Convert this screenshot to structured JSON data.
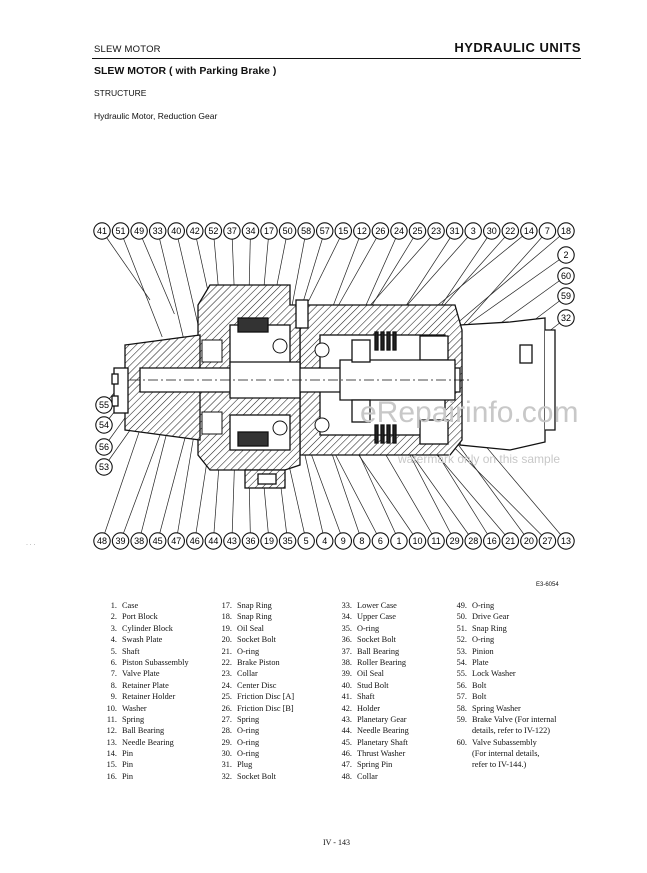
{
  "header": {
    "section": "SLEW MOTOR",
    "category": "HYDRAULIC UNITS"
  },
  "title": "SLEW MOTOR ( with Parking Brake )",
  "structure_label": "STRUCTURE",
  "subtitle": "Hydraulic Motor, Reduction Gear",
  "diagram": {
    "top_callouts": [
      "41",
      "51",
      "49",
      "33",
      "40",
      "42",
      "52",
      "37",
      "34",
      "17",
      "50",
      "58",
      "57",
      "15",
      "12",
      "26",
      "24",
      "25",
      "23",
      "31",
      "3",
      "30",
      "22",
      "14",
      "7",
      "18"
    ],
    "right_callouts": [
      "2",
      "60",
      "59",
      "32"
    ],
    "left_callouts": [
      "55",
      "54",
      "56",
      "53"
    ],
    "bottom_callouts": [
      "48",
      "39",
      "38",
      "45",
      "47",
      "46",
      "44",
      "43",
      "36",
      "19",
      "35",
      "5",
      "4",
      "9",
      "8",
      "6",
      "1",
      "10",
      "11",
      "29",
      "28",
      "16",
      "21",
      "20",
      "27",
      "13"
    ],
    "ref_code": "E3-6054"
  },
  "parts_columns": [
    [
      {
        "no": "1.",
        "name": "Case"
      },
      {
        "no": "2.",
        "name": "Port Block"
      },
      {
        "no": "3.",
        "name": "Cylinder Block"
      },
      {
        "no": "4.",
        "name": "Swash Plate"
      },
      {
        "no": "5.",
        "name": "Shaft"
      },
      {
        "no": "6.",
        "name": "Piston Subassembly"
      },
      {
        "no": "7.",
        "name": "Valve Plate"
      },
      {
        "no": "8.",
        "name": "Retainer Plate"
      },
      {
        "no": "9.",
        "name": "Retainer Holder"
      },
      {
        "no": "10.",
        "name": "Washer"
      },
      {
        "no": "11.",
        "name": "Spring"
      },
      {
        "no": "12.",
        "name": "Ball Bearing"
      },
      {
        "no": "13.",
        "name": "Needle Bearing"
      },
      {
        "no": "14.",
        "name": "Pin"
      },
      {
        "no": "15.",
        "name": "Pin"
      },
      {
        "no": "16.",
        "name": "Pin"
      }
    ],
    [
      {
        "no": "17.",
        "name": "Snap Ring"
      },
      {
        "no": "18.",
        "name": "Snap Ring"
      },
      {
        "no": "19.",
        "name": "Oil Seal"
      },
      {
        "no": "20.",
        "name": "Socket Bolt"
      },
      {
        "no": "21.",
        "name": "O-ring"
      },
      {
        "no": "22.",
        "name": "Brake Piston"
      },
      {
        "no": "23.",
        "name": "Collar"
      },
      {
        "no": "24.",
        "name": "Center Disc"
      },
      {
        "no": "25.",
        "name": "Friction Disc [A]"
      },
      {
        "no": "26.",
        "name": "Friction Disc [B]"
      },
      {
        "no": "27.",
        "name": "Spring"
      },
      {
        "no": "28.",
        "name": "O-ring"
      },
      {
        "no": "29.",
        "name": "O-ring"
      },
      {
        "no": "30.",
        "name": "O-ring"
      },
      {
        "no": "31.",
        "name": "Plug"
      },
      {
        "no": "32.",
        "name": "Socket Bolt"
      }
    ],
    [
      {
        "no": "33.",
        "name": "Lower Case"
      },
      {
        "no": "34.",
        "name": "Upper Case"
      },
      {
        "no": "35.",
        "name": "O-ring"
      },
      {
        "no": "36.",
        "name": "Socket Bolt"
      },
      {
        "no": "37.",
        "name": "Ball Bearing"
      },
      {
        "no": "38.",
        "name": "Roller Bearing"
      },
      {
        "no": "39.",
        "name": "Oil Seal"
      },
      {
        "no": "40.",
        "name": "Stud Bolt"
      },
      {
        "no": "41.",
        "name": "Shaft"
      },
      {
        "no": "42.",
        "name": "Holder"
      },
      {
        "no": "43.",
        "name": "Planetary Gear"
      },
      {
        "no": "44.",
        "name": "Needle Bearing"
      },
      {
        "no": "45.",
        "name": "Planetary Shaft"
      },
      {
        "no": "46.",
        "name": "Thrust Washer"
      },
      {
        "no": "47.",
        "name": "Spring Pin"
      },
      {
        "no": "48.",
        "name": "Collar"
      }
    ],
    [
      {
        "no": "49.",
        "name": "O-ring"
      },
      {
        "no": "50.",
        "name": "Drive Gear"
      },
      {
        "no": "51.",
        "name": "Snap Ring"
      },
      {
        "no": "52.",
        "name": "O-ring"
      },
      {
        "no": "53.",
        "name": "Pinion"
      },
      {
        "no": "54.",
        "name": "Plate"
      },
      {
        "no": "55.",
        "name": "Lock Washer"
      },
      {
        "no": "56.",
        "name": "Bolt"
      },
      {
        "no": "57.",
        "name": "Bolt"
      },
      {
        "no": "58.",
        "name": "Spring Washer"
      },
      {
        "no": "59.",
        "name": "Brake Valve (For internal"
      },
      {
        "no": "",
        "name": "details, refer to IV-122)"
      },
      {
        "no": "60.",
        "name": "Valve Subassembly"
      },
      {
        "no": "",
        "name": "(For internal details,"
      },
      {
        "no": "",
        "name": "refer to IV-144.)"
      }
    ]
  ],
  "page_number": "IV - 143",
  "watermark": {
    "main": "eRepairinfo.com",
    "sub": "watermark only on this sample"
  }
}
